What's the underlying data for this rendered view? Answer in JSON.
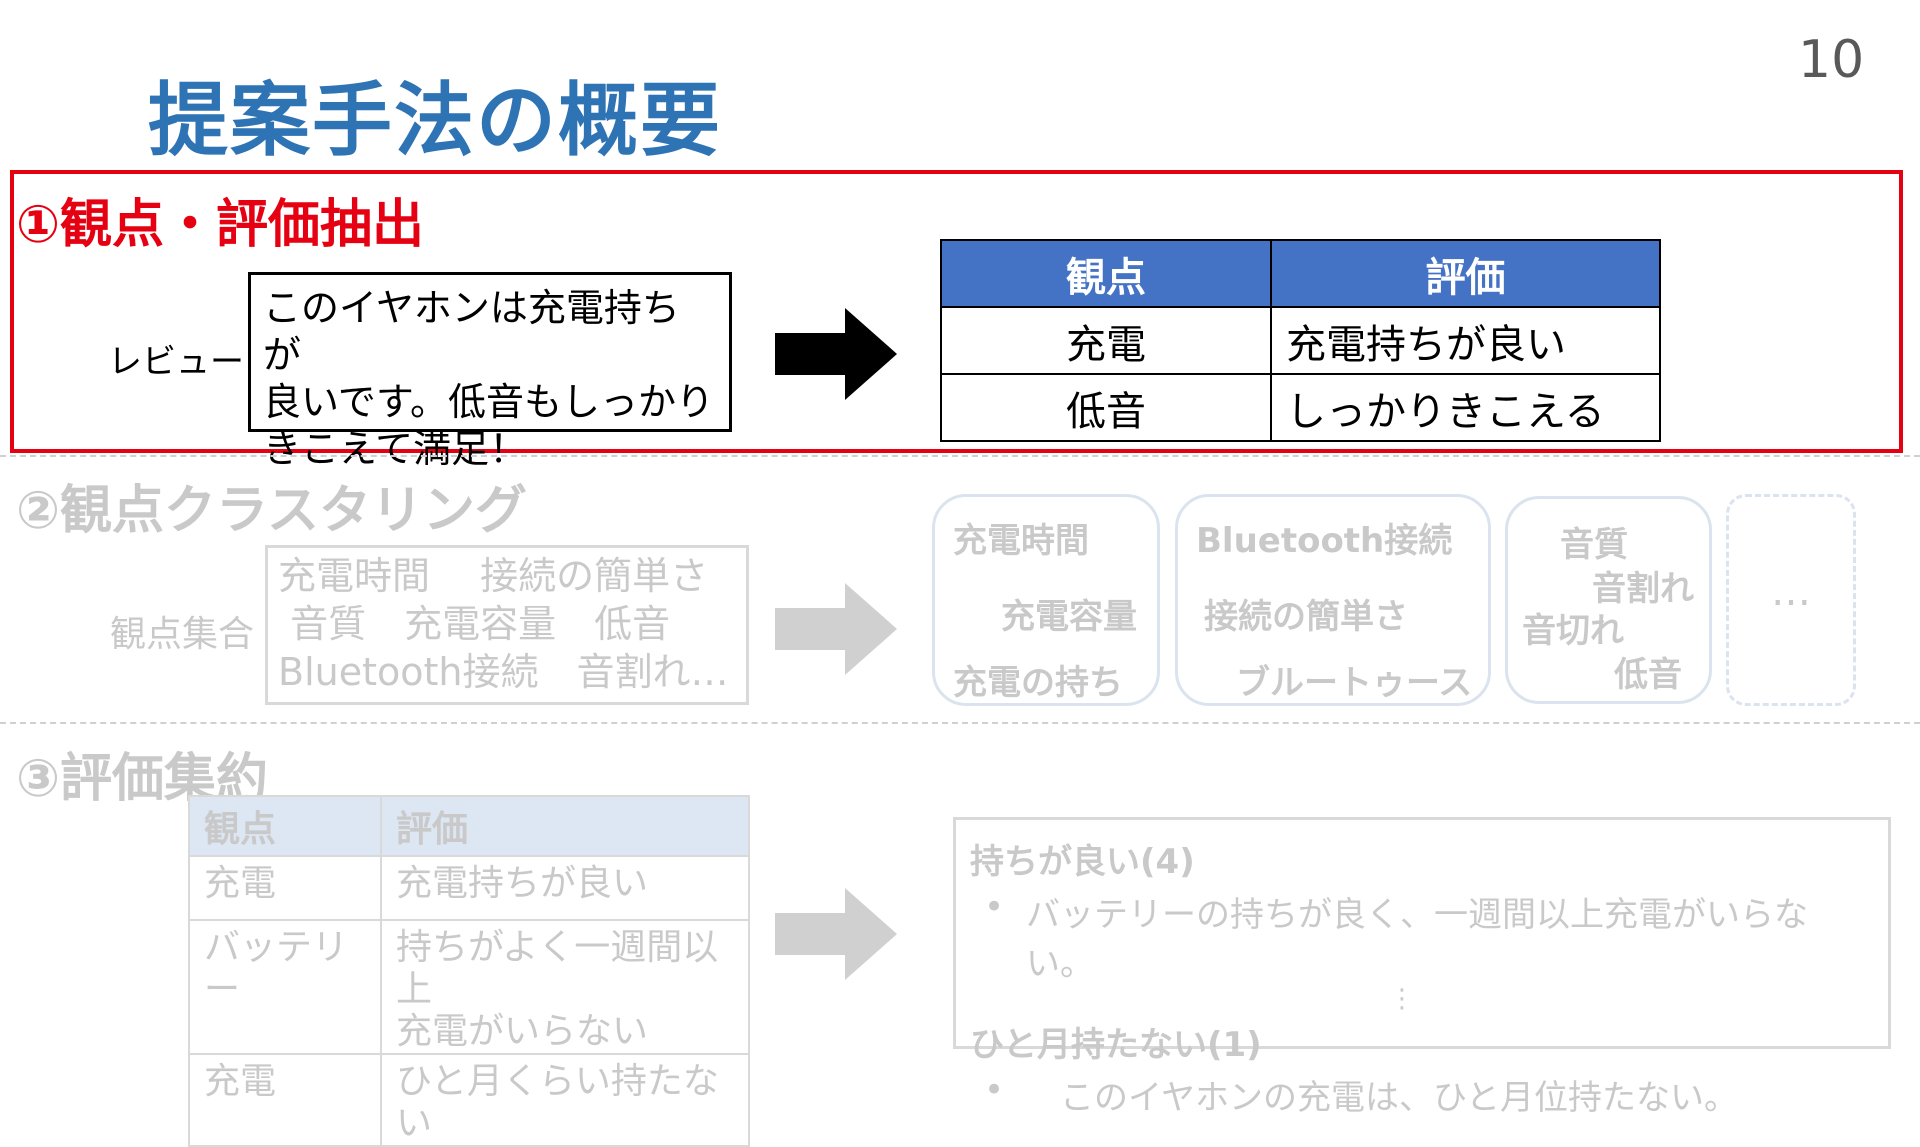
{
  "page_number": "10",
  "title": "提案手法の概要",
  "section1": {
    "heading": "①観点・評価抽出",
    "review_label": "レビュー",
    "review_lines": [
      "このイヤホンは充電持ちが",
      "良いです。低音もしっかり",
      "きこえて満足！"
    ],
    "table_headers": [
      "観点",
      "評価"
    ],
    "table_rows": [
      [
        "充電",
        "充電持ちが良い"
      ],
      [
        "低音",
        "しっかりきこえる"
      ]
    ]
  },
  "section2": {
    "heading": "②観点クラスタリング",
    "set_label": "観点集合",
    "set_lines": [
      "充電時間　 接続の簡単さ",
      " 音質　充電容量　低音",
      "Bluetooth接続　音割れ…"
    ],
    "cluster1": [
      "充電時間",
      "充電容量",
      "充電の持ち"
    ],
    "cluster2": [
      "Bluetooth接続",
      "接続の簡単さ",
      "ブルートゥース"
    ],
    "cluster3": [
      "音質",
      "音割れ",
      "音切れ",
      "低音"
    ],
    "more": "…"
  },
  "section3": {
    "heading": "③評価集約",
    "table_headers": [
      "観点",
      "評価"
    ],
    "table_rows": [
      [
        "充電",
        "充電持ちが良い"
      ],
      [
        "バッテリー",
        "持ちがよく一週間以上\n充電がいらない"
      ],
      [
        "充電",
        "ひと月くらい持たない"
      ]
    ],
    "summary": {
      "group1_title": "持ちが良い(4)",
      "group1_bullet": "バッテリーの持ちが良く、一週間以上充電がいらない。",
      "ellipsis": "⋮",
      "group2_title": "ひと月持たない(1)",
      "group2_bullet": "　このイヤホンの充電は、ひと月位持たない。"
    }
  },
  "colors": {
    "title": "#2e74b5",
    "highlight": "#e50012",
    "table_header": "#4472c4",
    "faded_text": "#c9c9c9"
  }
}
